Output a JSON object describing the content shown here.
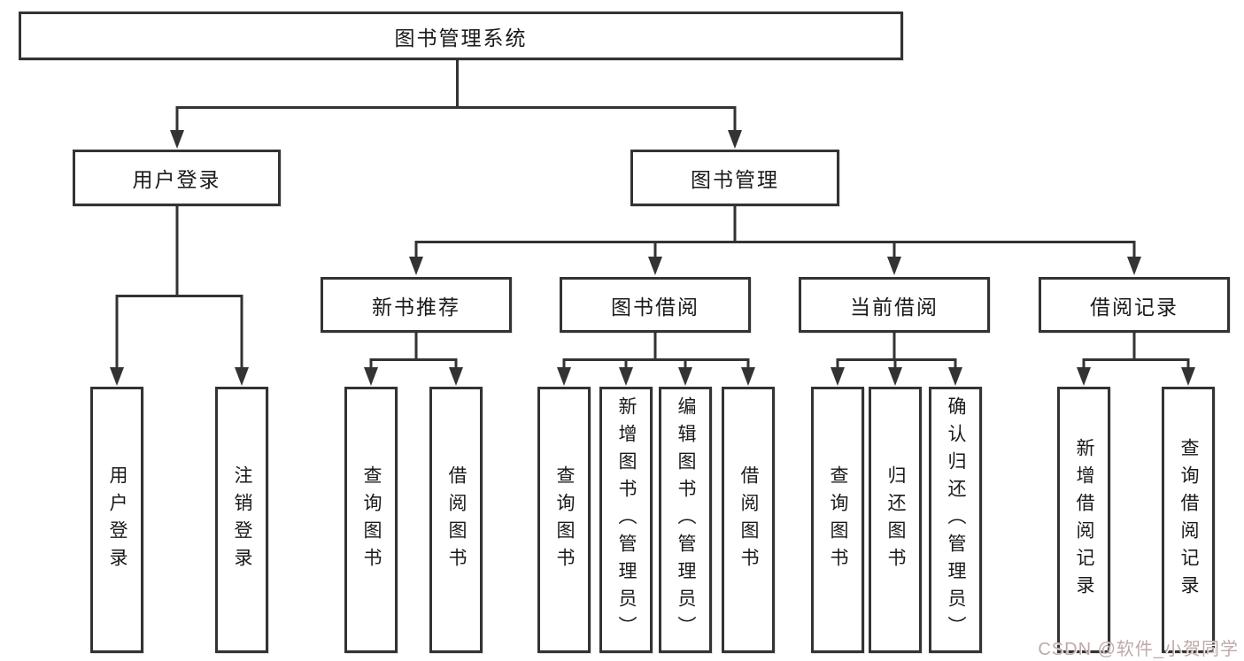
{
  "nodes": {
    "root": "图书管理系统",
    "user_login": "用户登录",
    "book_management": "图书管理",
    "new_book_recommend": "新书推荐",
    "book_borrowing": "图书借阅",
    "current_borrowing": "当前借阅",
    "borrowing_records": "借阅记录",
    "leaf_user_login": "用户登录",
    "leaf_logout_login": "注销登录",
    "leaf_nbr_query_books": "查询图书",
    "leaf_nbr_borrow_books": "借阅图书",
    "leaf_bb_query_books": "查询图书",
    "leaf_bb_add_books": "新增图书（管理员）",
    "leaf_bb_edit_books": "编辑图书（管理员）",
    "leaf_bb_borrow_books": "借阅图书",
    "leaf_cb_query_books": "查询图书",
    "leaf_cb_return_books": "归还图书",
    "leaf_cb_confirm_return": "确认归还（管理员）",
    "leaf_br_add_record": "新增借阅记录",
    "leaf_br_query_record": "查询借阅记录"
  },
  "watermark": {
    "text": "CSDN @软件_小贺同学",
    "color": "#bfa9a9"
  },
  "colors": {
    "line": "#333333",
    "border": "#333333",
    "text": "#1a1a1a",
    "background": "#ffffff"
  }
}
